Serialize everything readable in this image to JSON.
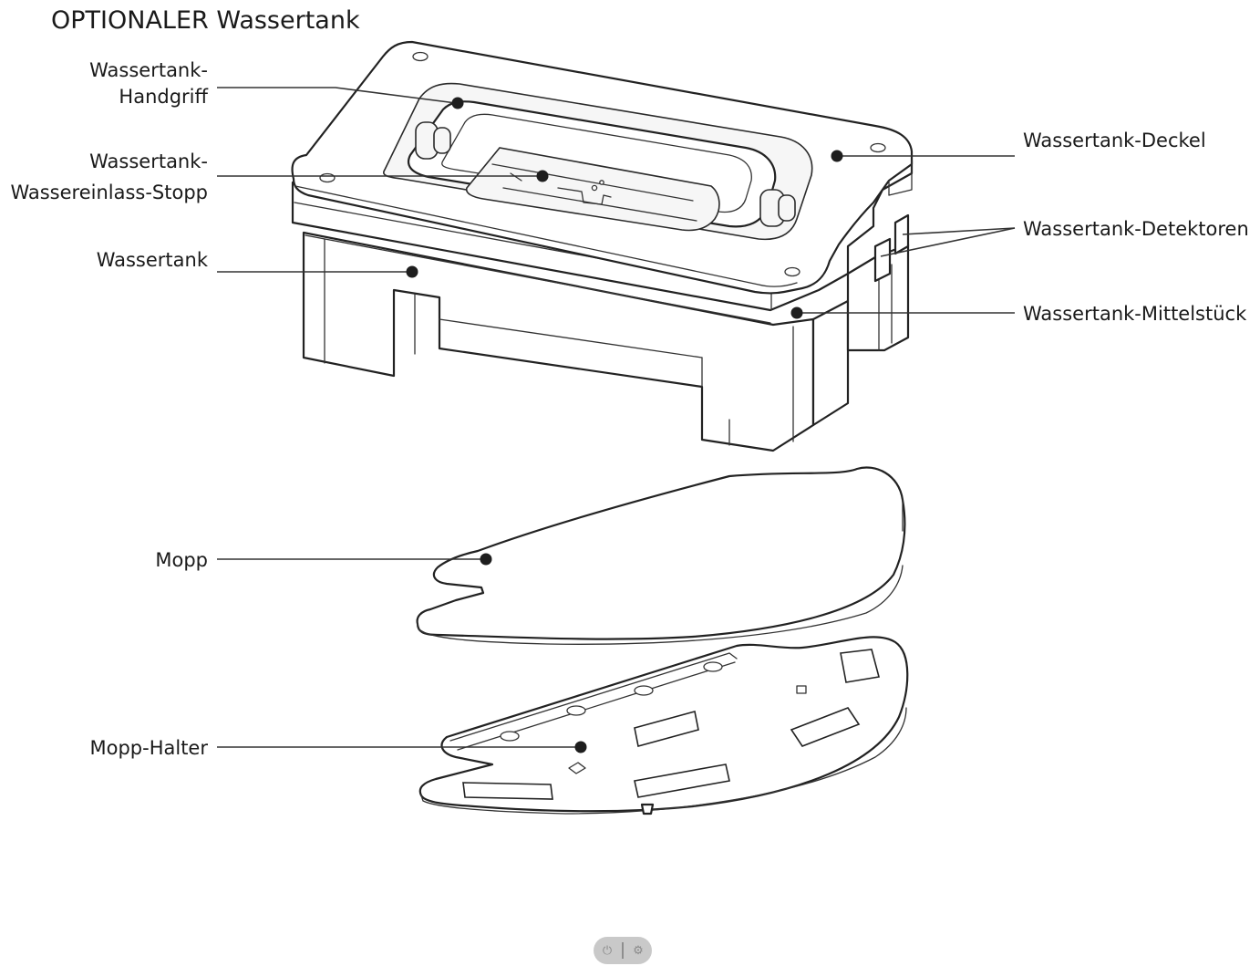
{
  "title": "OPTIONALER Wassertank",
  "labels": {
    "handle_line1": "Wassertank-",
    "handle_line2": "Handgriff",
    "inlet_line1": "Wassertank-",
    "inlet_line2": "Wassereinlass-Stopp",
    "tank": "Wassertank",
    "cover": "Wassertank-Deckel",
    "detectors": "Wassertank-Detektoren",
    "middle": "Wassertank-Mittelstück",
    "mop": "Mopp",
    "mop_holder": "Mopp-Halter"
  },
  "viewer_controls": {
    "left_icon": "power-icon",
    "right_icon": "settings-icon"
  }
}
